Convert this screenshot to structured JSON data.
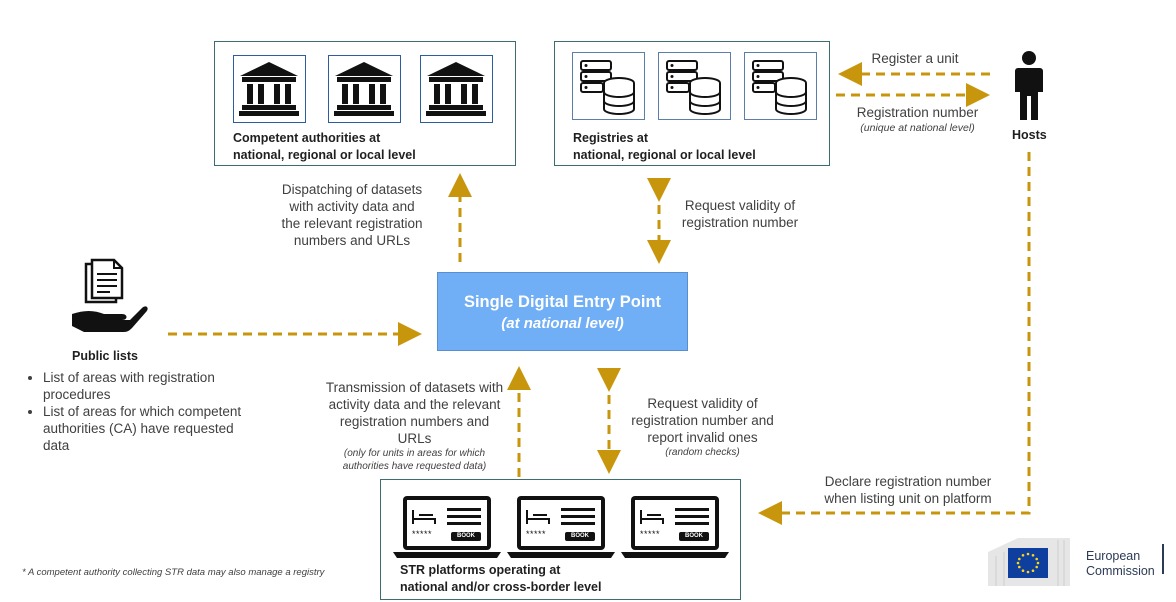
{
  "authorities": {
    "label_line1": "Competent authorities at",
    "label_line2": "national, regional or local level"
  },
  "registries": {
    "label_line1": "Registries at",
    "label_line2": "national, regional or local level"
  },
  "hosts": {
    "label": "Hosts",
    "register_unit": "Register a unit",
    "registration_number": "Registration number",
    "registration_number_note": "(unique at national level)"
  },
  "sdep": {
    "title": "Single Digital Entry Point",
    "subtitle": "(at national level)"
  },
  "arrows": {
    "dispatching": [
      "Dispatching of datasets",
      "with activity data and",
      "the relevant registration",
      "numbers and URLs"
    ],
    "request_validity": [
      "Request validity of",
      "registration number"
    ],
    "transmission": [
      "Transmission of datasets with",
      "activity data and the relevant",
      "registration numbers and",
      "URLs"
    ],
    "transmission_note": [
      "(only for units in areas for which",
      "authorities have requested data)"
    ],
    "request_report": [
      "Request validity of",
      "registration number and",
      "report invalid ones"
    ],
    "request_report_note": "(random checks)",
    "declare": [
      "Declare registration number",
      "when listing unit on platform"
    ]
  },
  "public_lists": {
    "title": "Public lists",
    "items": [
      "List of areas with registration procedures",
      "List of areas for which competent authorities (CA) have requested data"
    ]
  },
  "platforms": {
    "label_line1": "STR platforms operating at",
    "label_line2": "national and/or cross-border level",
    "book_label": "BOOK",
    "stars": "*****"
  },
  "footnote": "* A competent authority collecting STR data may also manage a registry",
  "ec_logo": {
    "line1": "European",
    "line2": "Commission"
  },
  "colors": {
    "arrow": "#c8960c",
    "sdep_fill": "#70aef5",
    "box_border": "#3c6e71",
    "eu_blue": "#0e3f9e",
    "eu_star": "#ffd617"
  }
}
